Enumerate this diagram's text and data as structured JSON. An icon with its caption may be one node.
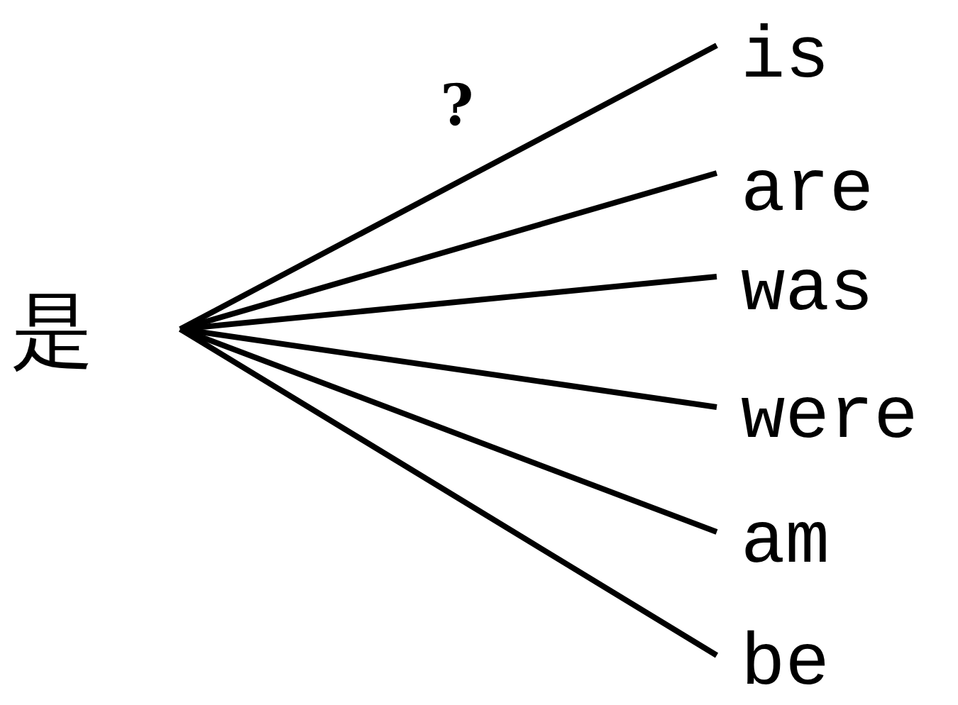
{
  "diagram": {
    "nodes": [
      {
        "text": [
          "是"
        ]
      },
      {
        "text": [
          "is"
        ]
      },
      {
        "text": [
          "are"
        ]
      },
      {
        "text": [
          "was"
        ]
      },
      {
        "text": [
          "were"
        ]
      },
      {
        "text": [
          "am"
        ]
      },
      {
        "text": [
          "be"
        ]
      }
    ],
    "edges": [
      {
        "from": 0,
        "to": 1,
        "arrow": "none",
        "label": "?"
      },
      {
        "from": 0,
        "to": 2,
        "arrow": "none"
      },
      {
        "from": 0,
        "to": 3,
        "arrow": "none"
      },
      {
        "from": 0,
        "to": 4,
        "arrow": "none"
      },
      {
        "from": 0,
        "to": 5,
        "arrow": "none"
      },
      {
        "from": 0,
        "to": 6,
        "arrow": "none"
      }
    ]
  }
}
